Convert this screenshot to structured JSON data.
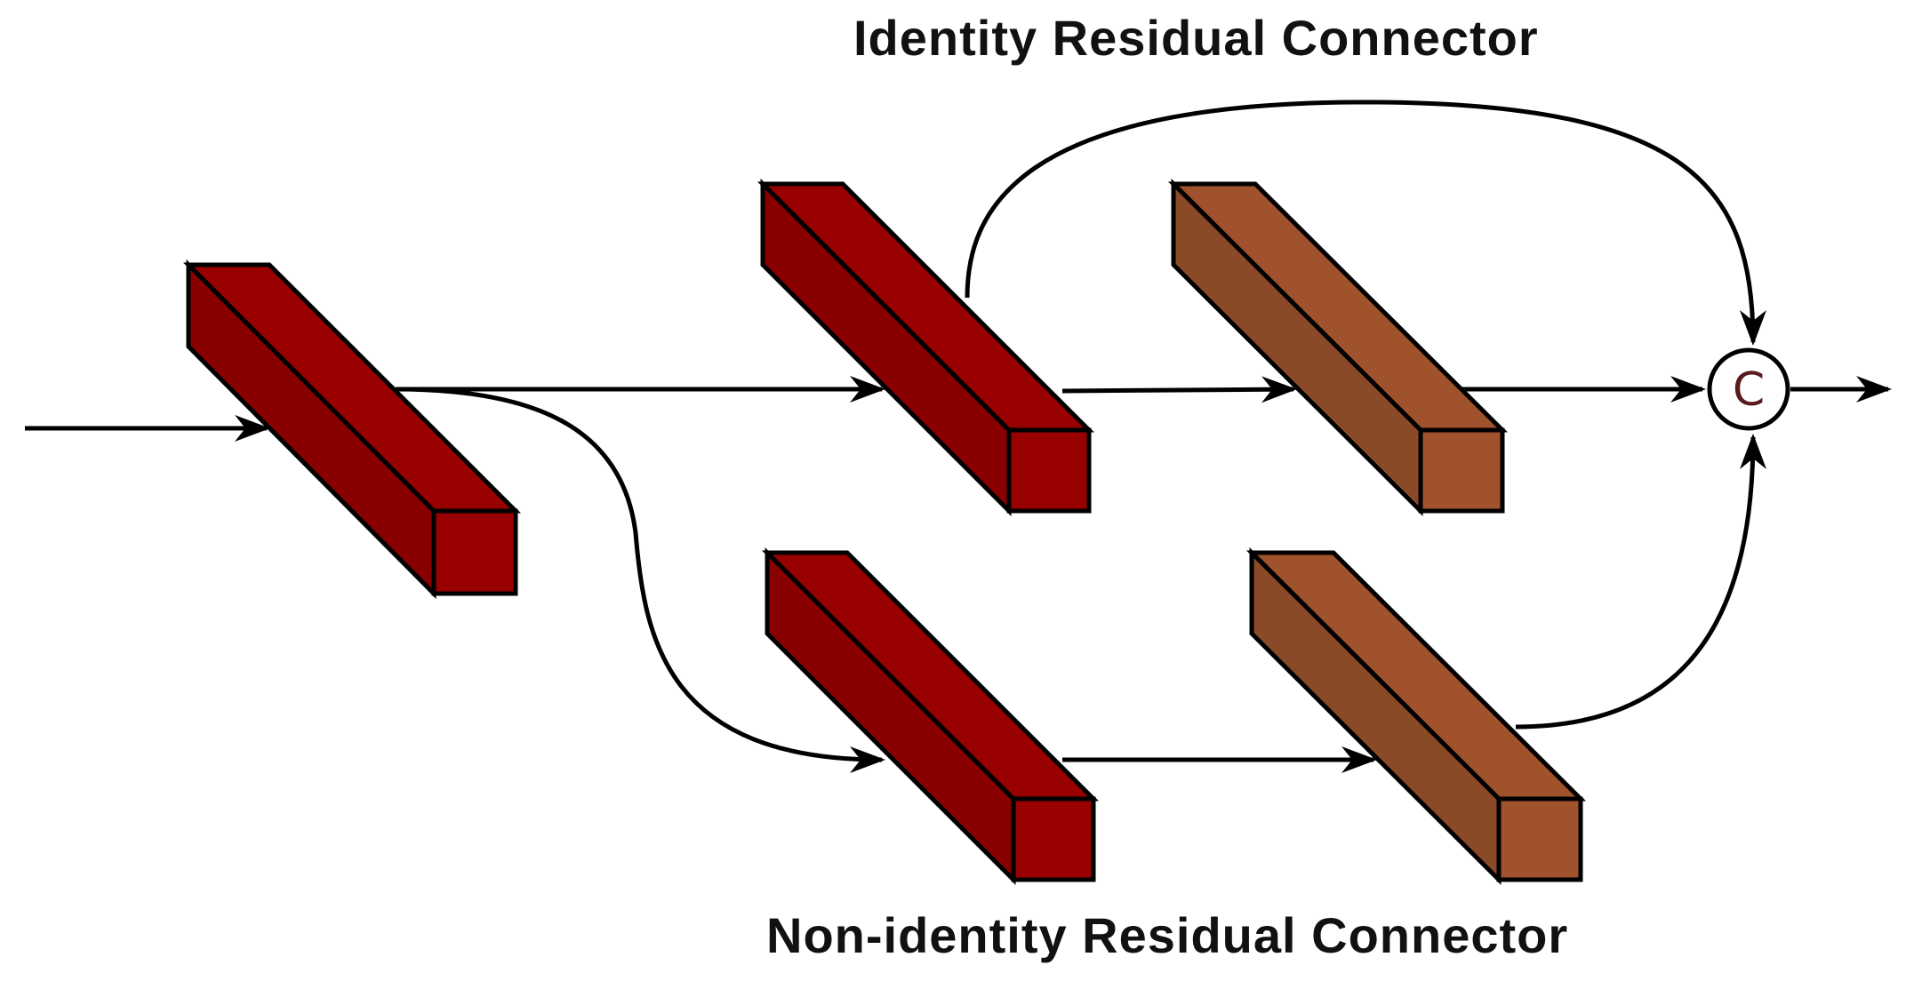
{
  "labels": {
    "identity": "Identity Residual Connector",
    "non_identity": "Non-identity Residual Connector"
  },
  "concat_node": {
    "symbol": "C"
  },
  "colors": {
    "red_top": "#990000",
    "red_side": "#880000",
    "red_front": "#990000",
    "brown_top": "#A0522D",
    "brown_side": "#8B4A27",
    "brown_front": "#A0522D",
    "stroke": "#000000",
    "concat_text": "#5a1a1a"
  },
  "blocks": [
    {
      "id": "input-block",
      "color": "red"
    },
    {
      "id": "top-block-1",
      "color": "red"
    },
    {
      "id": "top-block-2",
      "color": "brown"
    },
    {
      "id": "bottom-block-1",
      "color": "red"
    },
    {
      "id": "bottom-block-2",
      "color": "brown"
    }
  ]
}
